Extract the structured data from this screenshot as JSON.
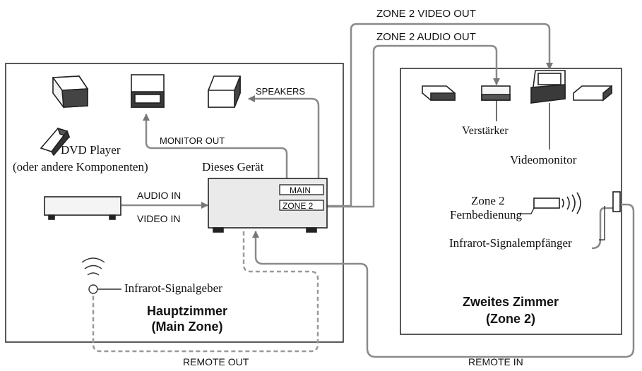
{
  "labels": {
    "zone2_video_out": "ZONE 2 VIDEO OUT",
    "zone2_audio_out": "ZONE 2 AUDIO OUT",
    "speakers": "SPEAKERS",
    "monitor_out": "MONITOR OUT",
    "dvd_player": "DVD Player",
    "dvd_player_sub": "(oder andere Komponenten)",
    "this_unit": "Dieses Gerät",
    "audio_in": "AUDIO IN",
    "video_in": "VIDEO IN",
    "main": "MAIN",
    "zone2_terminal": "ZONE 2",
    "amplifier": "Verstärker",
    "video_monitor": "Videomonitor",
    "zone2_remote_line1": "Zone 2",
    "zone2_remote_line2": "Fernbedienung",
    "ir_receiver": "Infrarot-Signalempfänger",
    "ir_emitter": "Infrarot-Signalgeber",
    "main_zone_line1": "Hauptzimmer",
    "main_zone_line2": "(Main Zone)",
    "second_zone_line1": "Zweites Zimmer",
    "second_zone_line2": "(Zone 2)",
    "remote_out": "REMOTE OUT",
    "remote_in": "REMOTE IN"
  }
}
